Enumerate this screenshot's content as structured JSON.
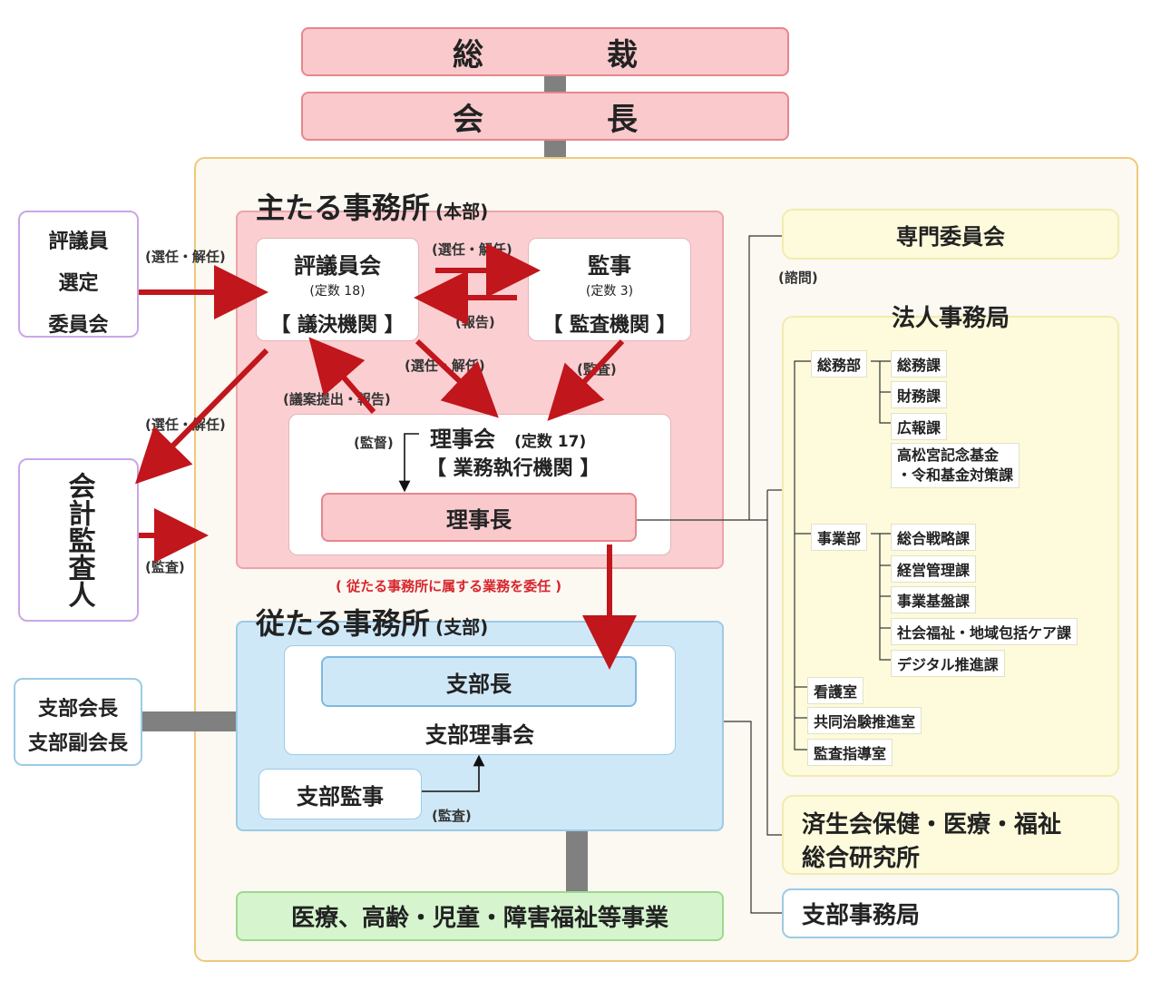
{
  "top": {
    "president": [
      "総",
      "裁"
    ],
    "chairman": [
      "会",
      "長"
    ]
  },
  "hq": {
    "title": "主たる事務所",
    "sub": "(本部)",
    "council": {
      "name": "評議員会",
      "count": "(定数 18)",
      "role": "【 議決機関 】"
    },
    "auditor": {
      "name": "監事",
      "count": "(定数 3)",
      "role": "【 監査機関 】"
    },
    "board": {
      "name": "理事会",
      "count": "(定数 17)",
      "role": "【 業務執行機関 】"
    },
    "president": "理事長",
    "labels": {
      "elect_dismiss": "(選任・解任)",
      "report": "(報告)",
      "audit": "(監査)",
      "proposal_report": "(議案提出・報告)",
      "supervise": "(監督)",
      "delegate": "( 従たる事務所に属する業務を委任 )"
    }
  },
  "left": {
    "selection_committee": [
      "評議員",
      "選定",
      "委員会"
    ],
    "elect_dismiss_1": "(選任・解任)",
    "elect_dismiss_2": "(選任・解任)",
    "accountant": "会計監査人",
    "audit": "(監査)",
    "branch_heads": [
      "支部会長",
      "支部副会長"
    ]
  },
  "branch": {
    "title": "従たる事務所",
    "sub": "(支部)",
    "head": "支部長",
    "board": "支部理事会",
    "auditor": "支部監事",
    "audit": "(監査)"
  },
  "business": "医療、高齢・児童・障害福祉等事業",
  "right": {
    "expert_committee": "専門委員会",
    "consult": "(諮問)",
    "secretariat": "法人事務局",
    "depts": [
      {
        "name": "総務部",
        "sections": [
          "総務課",
          "財務課",
          "広報課",
          "高松宮記念基金",
          "・令和基金対策課"
        ]
      },
      {
        "name": "事業部",
        "sections": [
          "総合戦略課",
          "経営管理課",
          "事業基盤課",
          "社会福祉・地域包括ケア課",
          "デジタル推進課"
        ]
      }
    ],
    "rooms": [
      "看護室",
      "共同治験推進室",
      "監査指導室"
    ],
    "institute": [
      "済生会保健・医療・福祉",
      "総合研究所"
    ],
    "branch_office": "支部事務局"
  },
  "colors": {
    "pink": "#f9c9cc",
    "red_arrow": "#c0161c",
    "blue": "#cfe8f8",
    "yellow": "#fdfbdc",
    "green": "#d6f5cf",
    "connector": "#808080"
  }
}
